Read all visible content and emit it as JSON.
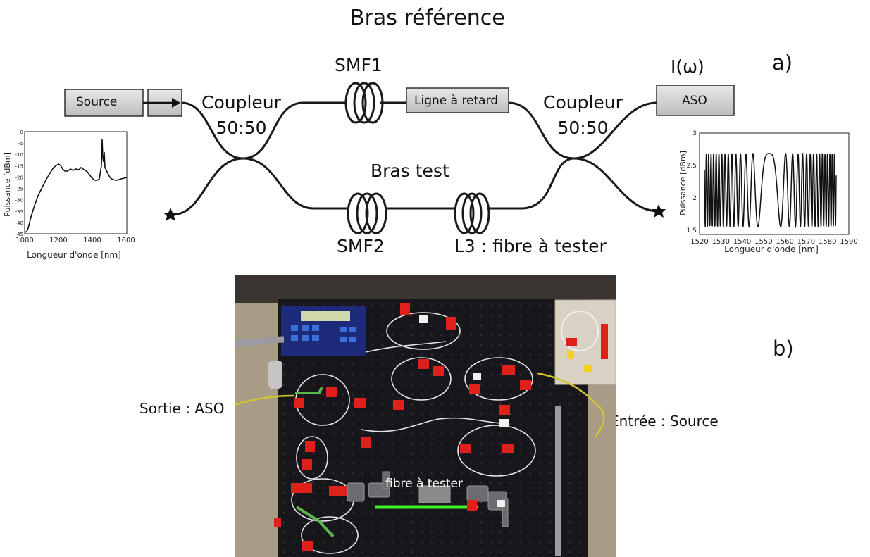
{
  "labels": {
    "ref_arm": "Bras référence",
    "test_arm": "Bras test",
    "smf1": "SMF1",
    "smf2": "SMF2",
    "l3": "L3 : fibre à tester",
    "coupler1": "Coupleur\n50:50",
    "coupler2": "Coupleur\n50:50",
    "source": "Source",
    "delay_line": "Ligne à retard",
    "osa": "ASO",
    "intensity": "I(ω)",
    "panel_a": "a)",
    "panel_b": "b)",
    "output_label": "Sortie : ASO",
    "input_label": "Entrée : Source",
    "fiber_label": "fibre à tester"
  },
  "plot_left": {
    "ylabel": "Puissance [dBm]",
    "xlabel": "Longueur d'onde [nm]",
    "xticks": [
      "1000",
      "1200",
      "1400",
      "1600"
    ],
    "yticks": [
      "0",
      "-5",
      "-10",
      "-15",
      "-20",
      "-25",
      "-30",
      "-35",
      "-40",
      "-45"
    ]
  },
  "plot_right": {
    "ylabel": "Puissance [dBm]",
    "xlabel": "Longueur d'onde [nm]",
    "xticks": [
      "1520",
      "1530",
      "1540",
      "1550",
      "1560",
      "1570",
      "1580",
      "1590"
    ],
    "yticks": [
      "3",
      "2.5",
      "2",
      "1.5"
    ]
  },
  "colors": {
    "fiber": "#1a1a1a",
    "box_fill": "#dcdcdc",
    "tape": "#e0201a",
    "laser_green": "#3ef02a",
    "breadboard": "#17171b"
  }
}
